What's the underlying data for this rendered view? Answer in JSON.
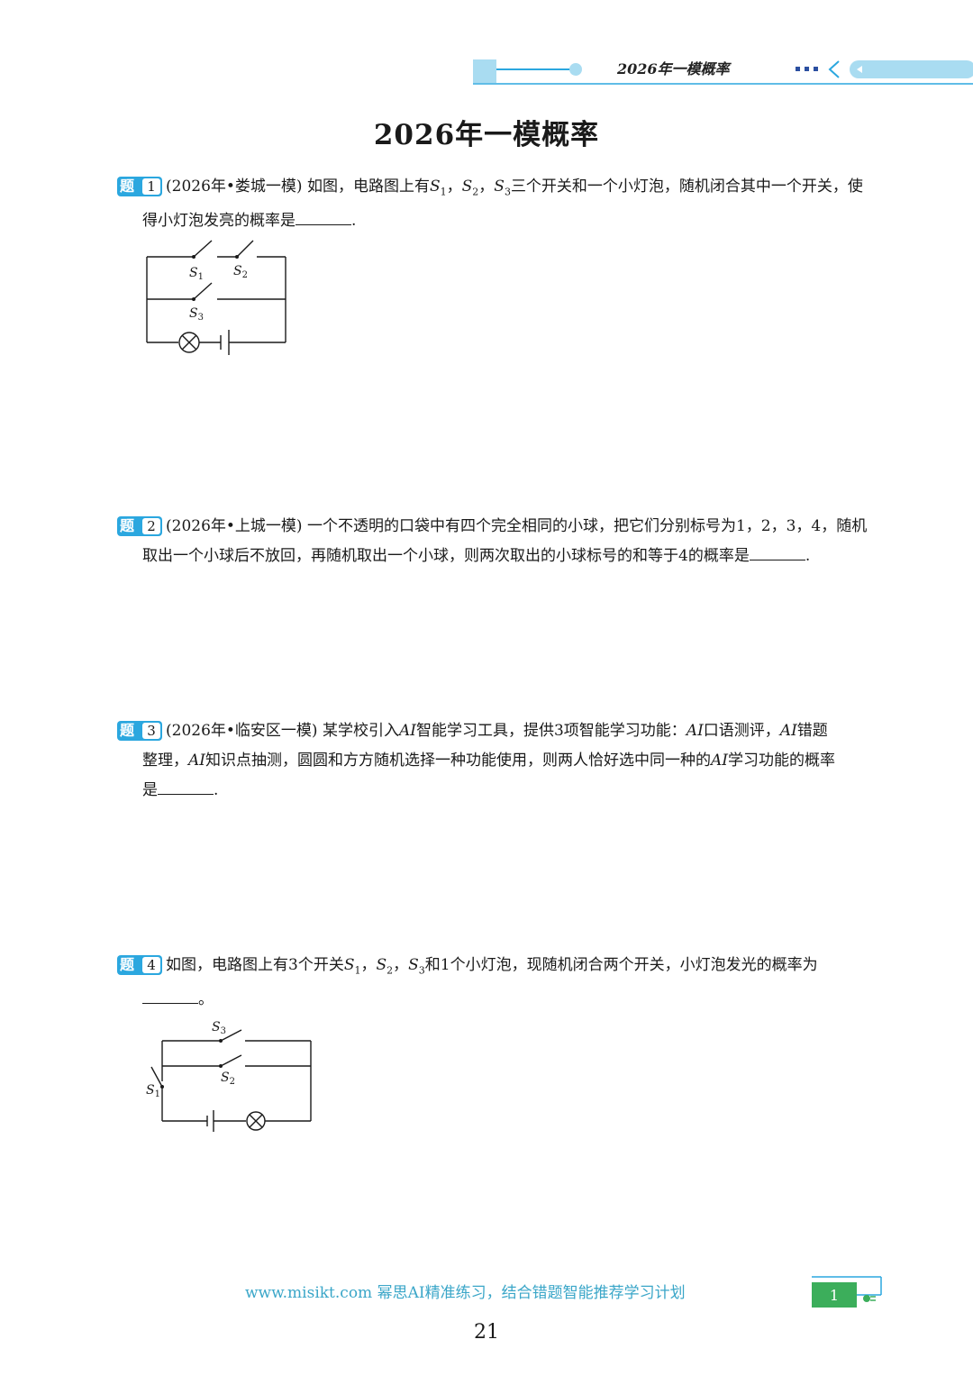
{
  "header": {
    "title": "2026年一模概率"
  },
  "page_title": "2026年一模概率",
  "questions": [
    {
      "badge_label": "题",
      "number": "1",
      "line1_pre": "(2026年•娄城一模) 如图，电路图上有",
      "s1": "S",
      "s1_sub": "1",
      "sep1": "，",
      "s2": "S",
      "s2_sub": "2",
      "sep2": "，",
      "s3": "S",
      "s3_sub": "3",
      "line1_post": "三个开关和一个小灯泡，随机闭合其中一个开关，使",
      "line2": "得小灯泡发亮的概率是",
      "end": "."
    },
    {
      "badge_label": "题",
      "number": "2",
      "line1": "(2026年•上城一模) 一个不透明的口袋中有四个完全相同的小球，把它们分别标号为1，2，3，4，随机",
      "line2": "取出一个小球后不放回，再随机取出一个小球，则两次取出的小球标号的和等于4的概率是",
      "end": "."
    },
    {
      "badge_label": "题",
      "number": "3",
      "line1_pre": "(2026年•临安区一模) 某学校引入",
      "ai1": "AI",
      "line1_mid": "智能学习工具，提供3项智能学习功能：",
      "ai2": "AI",
      "line1_mid2": "口语测评，",
      "ai3": "AI",
      "line1_post": "错题",
      "line2_pre": "整理，",
      "ai4": "AI",
      "line2_mid": "知识点抽测，圆圆和方方随机选择一种功能使用，则两人恰好选中同一种的",
      "ai5": "AI",
      "line2_post": "学习功能的概率",
      "line3": "是",
      "end": "."
    },
    {
      "badge_label": "题",
      "number": "4",
      "line1_pre": "如图，电路图上有3个开关",
      "s1": "S",
      "s1_sub": "1",
      "sep1": "，",
      "s2": "S",
      "s2_sub": "2",
      "sep2": "，",
      "s3": "S",
      "s3_sub": "3",
      "line1_post": "和1个小灯泡，现随机闭合两个开关，小灯泡发光的概率为",
      "end": "。"
    }
  ],
  "circuit1": {
    "l1": "S",
    "l1s": "1",
    "l2": "S",
    "l2s": "2",
    "l3": "S",
    "l3s": "3"
  },
  "circuit2": {
    "l1": "S",
    "l1s": "1",
    "l2": "S",
    "l2s": "2",
    "l3": "S",
    "l3s": "3"
  },
  "footer": {
    "url": "www.misikt.com",
    "slogan": " 幂思AI精准练习，结合错题智能推荐学习计划",
    "badge_number": "1"
  },
  "page_number": "21",
  "colors": {
    "accent": "#2ba7df",
    "header_light": "#a9dcf1",
    "footer_text": "#3aa6c8",
    "footer_badge": "#3cae5b"
  }
}
